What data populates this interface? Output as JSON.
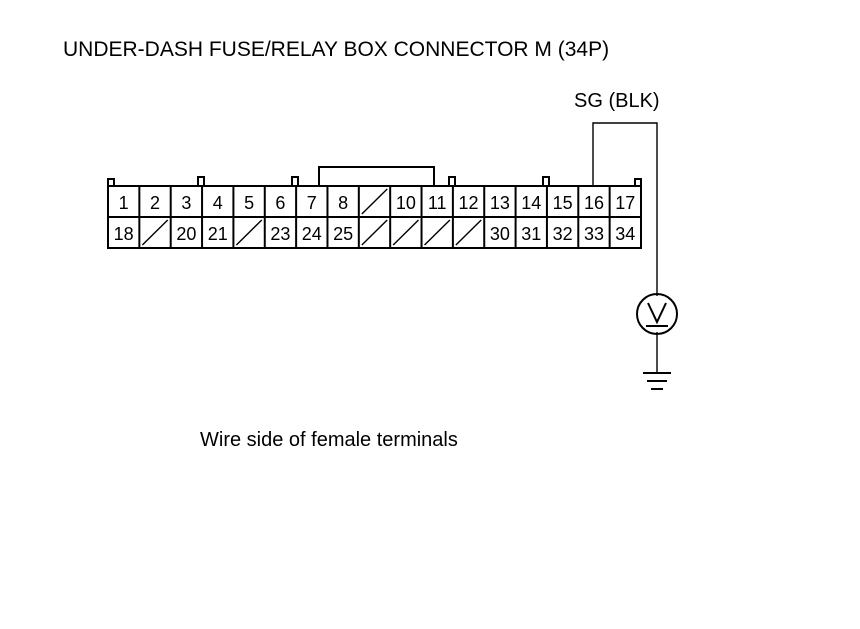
{
  "title": "UNDER-DASH FUSE/RELAY BOX CONNECTOR M (34P)",
  "probe_label": "SG (BLK)",
  "caption": "Wire side of female terminals",
  "meter_symbol": "V",
  "connector": {
    "top_row": [
      "1",
      "2",
      "3",
      "4",
      "5",
      "6",
      "7",
      "8",
      "",
      "10",
      "11",
      "12",
      "13",
      "14",
      "15",
      "16",
      "17"
    ],
    "bottom_row": [
      "18",
      "",
      "20",
      "21",
      "",
      "23",
      "24",
      "25",
      "",
      "",
      "",
      "",
      "30",
      "31",
      "32",
      "33",
      "34"
    ]
  },
  "icons": [
    "voltmeter-icon",
    "ground-icon"
  ]
}
